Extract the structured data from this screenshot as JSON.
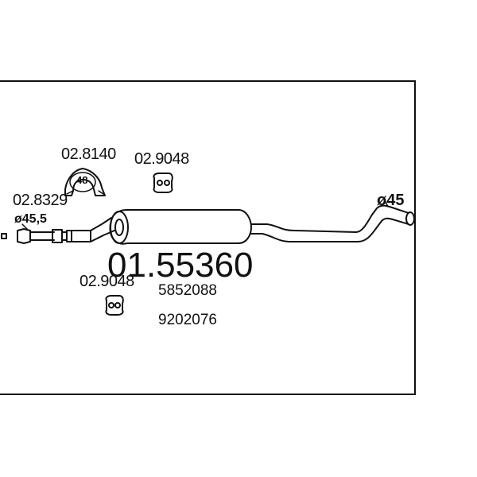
{
  "main_part_number": "01.55360",
  "oe_numbers": [
    "5852088",
    "9202076"
  ],
  "accessories": {
    "clamp_48": {
      "part": "02.8140",
      "marking": "48"
    },
    "hanger_top": {
      "part": "02.9048"
    },
    "hanger_bottom": {
      "part": "02.9048"
    },
    "connector": {
      "part": "02.8329"
    }
  },
  "diameters": {
    "inlet": "ø45,5",
    "outlet": "ø45"
  },
  "colors": {
    "line": "#111111",
    "background": "#ffffff"
  }
}
